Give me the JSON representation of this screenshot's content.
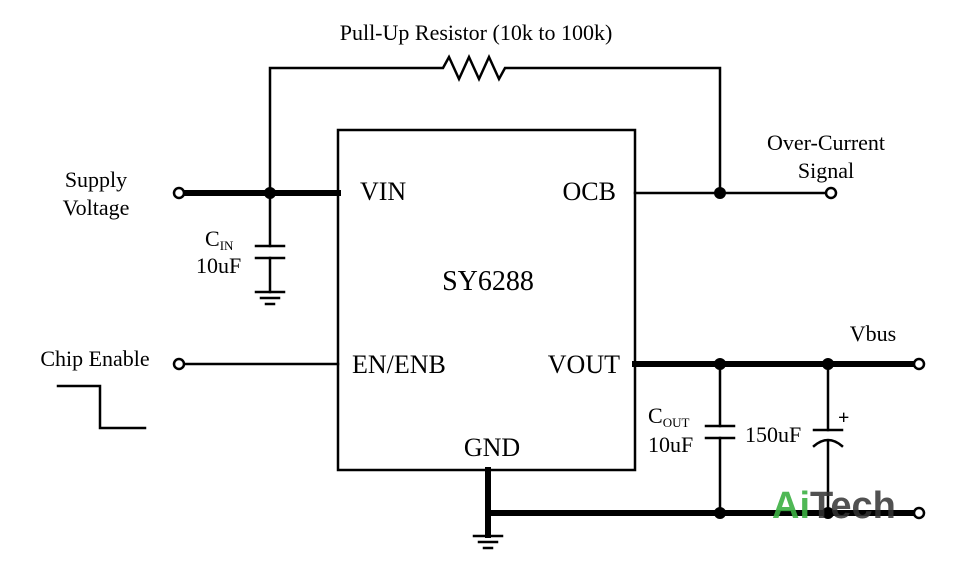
{
  "chip_name": "SY6288",
  "pins": {
    "vin": "VIN",
    "ocb": "OCB",
    "en": "EN/ENB",
    "vout": "VOUT",
    "gnd": "GND"
  },
  "labels": {
    "pullup": "Pull-Up Resistor (10k to 100k)",
    "supply_line1": "Supply",
    "supply_line2": "Voltage",
    "overcurrent_line1": "Over-Current",
    "overcurrent_line2": "Signal",
    "chip_enable": "Chip Enable",
    "vbus": "Vbus"
  },
  "components": {
    "cin_main": "C",
    "cin_sub": "IN",
    "cin_value": "10uF",
    "cout_main": "C",
    "cout_sub": "OUT",
    "cout_value": "10uF",
    "bulk_value": "150uF",
    "bulk_polarity": "+"
  },
  "watermark": {
    "part1": "Ai",
    "part2": "Tech",
    "color1": "#3cb043",
    "color2": "#333333"
  }
}
